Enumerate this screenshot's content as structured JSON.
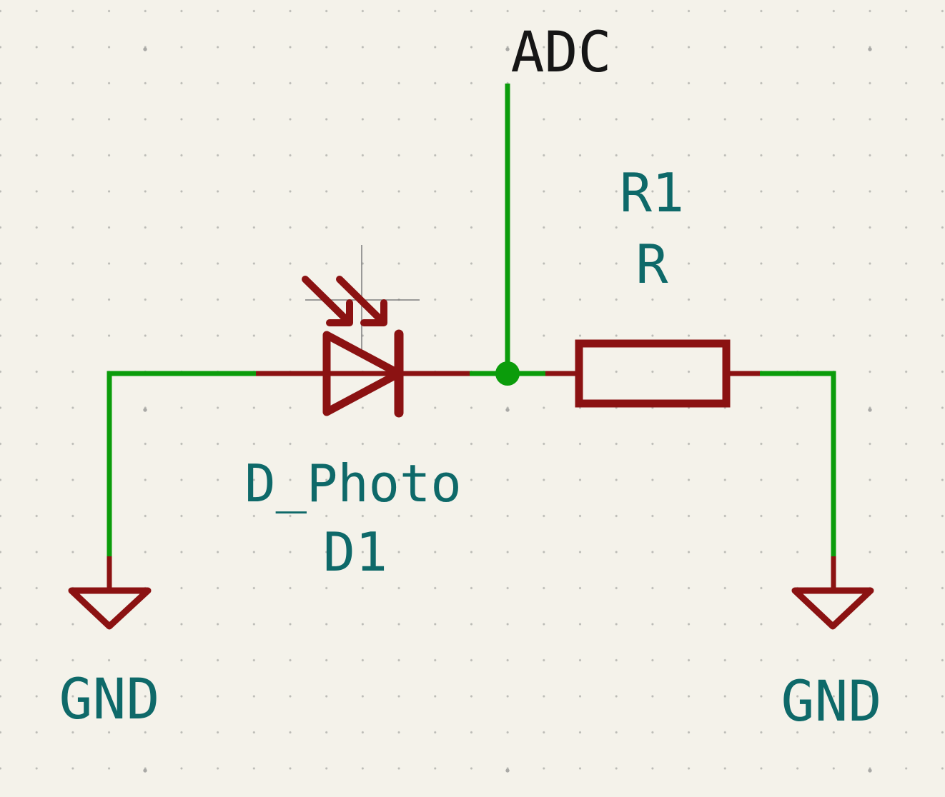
{
  "colors": {
    "background": "#F4F2EA",
    "grid_dot": "#BBBBB6",
    "grid_bold_dot": "#A9A9A6",
    "wire": "#0B9C0B",
    "device": "#8B1212",
    "label": "#0E6969",
    "net_label": "#161616",
    "crosshair": "#7D7D7D"
  },
  "schematic": {
    "net_label_adc": "ADC",
    "resistor": {
      "reference": "R1",
      "value": "R"
    },
    "photodiode": {
      "reference": "D1",
      "value": "D_Photo"
    },
    "gnd_left_label": "GND",
    "gnd_right_label": "GND"
  }
}
